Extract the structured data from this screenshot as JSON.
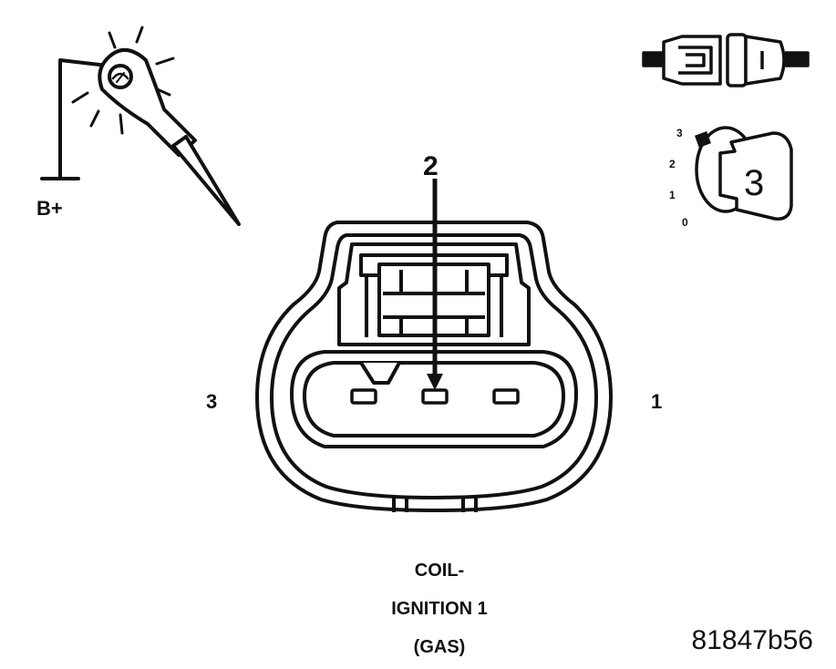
{
  "probe": {
    "supply_label": "B+"
  },
  "ignition": {
    "positions": [
      "3",
      "2",
      "1",
      "0"
    ],
    "key_position": "3"
  },
  "connector": {
    "pins": [
      {
        "label": "3"
      },
      {
        "label": "2"
      },
      {
        "label": "1"
      }
    ],
    "indicated_pin": "2",
    "caption_lines": [
      "COIL-",
      "IGNITION 1",
      "(GAS)"
    ]
  },
  "figure_id": "81847b56",
  "colors": {
    "ink": "#111111",
    "paper": "#ffffff"
  }
}
